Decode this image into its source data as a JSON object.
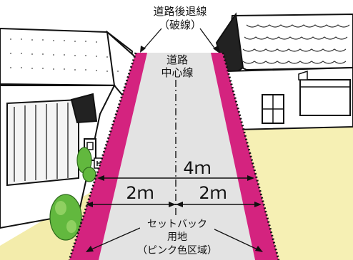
{
  "labels": {
    "setback_line": [
      "道路後退線",
      "（破線）"
    ],
    "center_line": [
      "道路",
      "中心線"
    ],
    "total_width": "4ｍ",
    "left_half": "2ｍ",
    "right_half": "2ｍ",
    "setback_area": [
      "セットバック",
      "用地",
      "（ピンク色区域）"
    ]
  },
  "colors": {
    "road": "#e3e3e3",
    "setback_pink": "#d4237f",
    "ground_yellow": "#f6f0b4",
    "lawn_yellow": "#f3ecab",
    "line": "#111111",
    "tree": "#62b83e",
    "tree_light": "#8fd061"
  },
  "icons": {
    "house_left": "house-with-gable-roof-icon",
    "house_right": "house-with-tiled-roof-icon",
    "tree": "tree-icon",
    "mailbox": "mailbox-icon"
  }
}
